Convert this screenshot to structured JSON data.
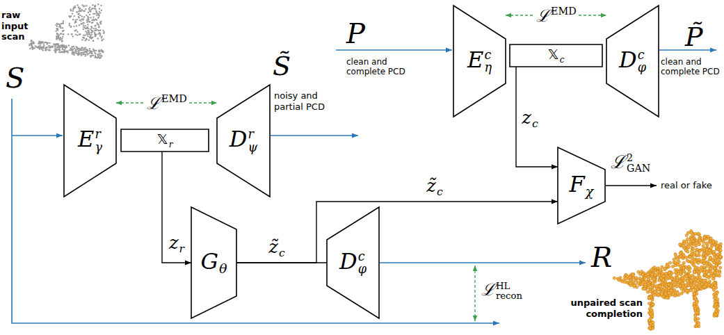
{
  "diagram": {
    "nodes": [
      {
        "text": [
          "Eηc"
        ]
      },
      {
        "text": [
          "𝕏c"
        ]
      },
      {
        "text": [
          "Dφc"
        ]
      },
      {
        "text": [
          "Eγr"
        ]
      },
      {
        "text": [
          "𝕏r"
        ]
      },
      {
        "text": [
          "Dψr"
        ]
      },
      {
        "text": [
          "Fχ"
        ]
      },
      {
        "text": [
          "Gθ"
        ]
      },
      {
        "text": [
          "Dφc"
        ]
      }
    ],
    "edges": [
      {
        "from": 0,
        "to": 2,
        "arrow": "both",
        "label": "ℒEMD"
      },
      {
        "from": 3,
        "to": 5,
        "arrow": "both",
        "label": "ℒEMD"
      },
      {
        "from": 1,
        "to": 6,
        "arrow": "to",
        "label": "zc"
      },
      {
        "from": 4,
        "to": 7,
        "arrow": "to",
        "label": "zr"
      },
      {
        "from": 7,
        "to": 6,
        "arrow": "to",
        "label": "z̃c"
      },
      {
        "from": 7,
        "to": 8,
        "arrow": "none",
        "label": "z̃c"
      }
    ],
    "labels": [
      "raw input scan",
      "S",
      "S̃",
      "noisy and partial PCD",
      "P",
      "clean and complete PCD",
      "P̃",
      "clean and complete PCD",
      "ℒ2GAN",
      "real or fake",
      "R",
      "ℒHLrecon",
      "unpaired scan completion"
    ]
  }
}
